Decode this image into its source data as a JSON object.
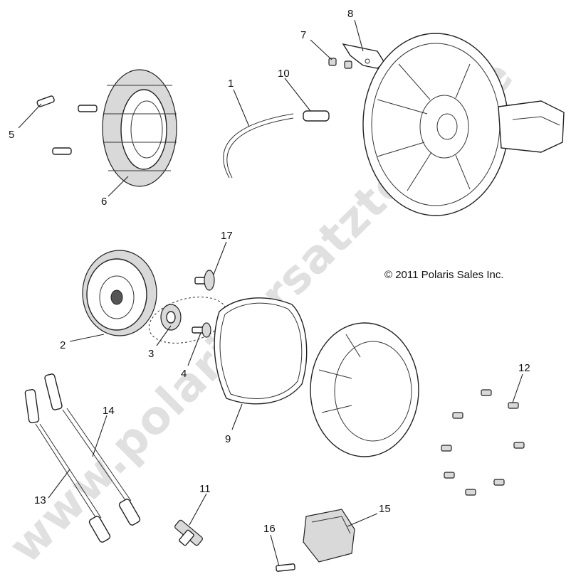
{
  "copyright": "© 2011 Polaris Sales Inc.",
  "watermark": "www.polarisersatzteile.de",
  "callouts": {
    "c1": "1",
    "c2": "2",
    "c3": "3",
    "c4": "4",
    "c5": "5",
    "c6": "6",
    "c7": "7",
    "c8": "8",
    "c9": "9",
    "c10": "10",
    "c11": "11",
    "c12": "12",
    "c13": "13",
    "c14": "14",
    "c15": "15",
    "c16": "16",
    "c17": "17"
  }
}
